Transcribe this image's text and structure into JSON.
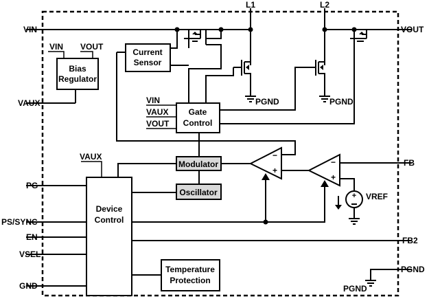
{
  "pins": {
    "vin": "VIN",
    "vaux": "VAUX",
    "pg": "PG",
    "ps_sync": "PS/SYNC",
    "en": "EN",
    "vsel": "VSEL",
    "gnd": "GND",
    "l1": "L1",
    "l2": "L2",
    "vout": "VOUT",
    "fb": "FB",
    "fb2": "FB2",
    "pgnd": "PGND"
  },
  "blocks": {
    "bias_regulator": {
      "line1": "Bias",
      "line2": "Regulator",
      "in_vin": "VIN",
      "in_vout": "VOUT"
    },
    "current_sensor": {
      "line1": "Current",
      "line2": "Sensor"
    },
    "gate_control": {
      "line1": "Gate",
      "line2": "Control",
      "in_vin": "VIN",
      "in_vaux": "VAUX",
      "in_vout": "VOUT"
    },
    "modulator": {
      "label": "Modulator"
    },
    "oscillator": {
      "label": "Oscillator"
    },
    "device_control": {
      "line1": "Device",
      "line2": "Control",
      "in_vaux": "VAUX"
    },
    "temperature_protection": {
      "line1": "Temperature",
      "line2": "Protection"
    }
  },
  "internal_labels": {
    "pgnd_1": "PGND",
    "pgnd_2": "PGND",
    "pgnd_3": "PGND",
    "vref": "VREF",
    "plus": "+",
    "minus": "−"
  }
}
